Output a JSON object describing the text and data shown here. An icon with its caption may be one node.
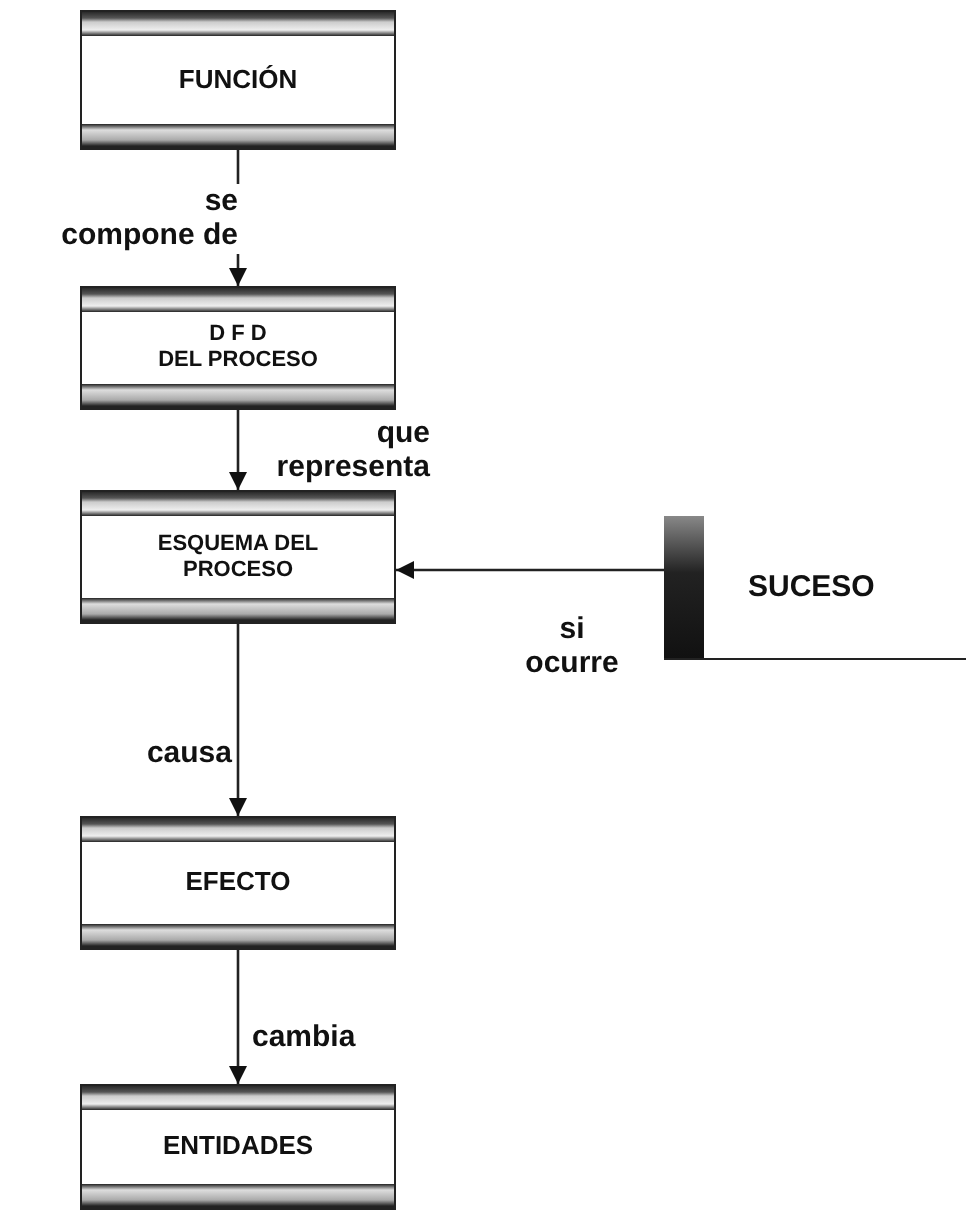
{
  "diagram": {
    "nodes": [
      {
        "text": [
          "FUNCIÓN"
        ]
      },
      {
        "text": [
          "D F D DEL PROCESO"
        ]
      },
      {
        "text": [
          "ESQUEMA DEL PROCESO"
        ]
      },
      {
        "text": [
          "SUCESO"
        ]
      },
      {
        "text": [
          "EFECTO"
        ]
      },
      {
        "text": [
          "ENTIDADES"
        ]
      }
    ],
    "edges": [
      {
        "from": 0,
        "to": 1,
        "arrow": "to",
        "label": "se compone de"
      },
      {
        "from": 1,
        "to": 2,
        "arrow": "to",
        "label": "que representa"
      },
      {
        "from": 3,
        "to": 2,
        "arrow": "to",
        "label": "si ocurre"
      },
      {
        "from": 2,
        "to": 4,
        "arrow": "to",
        "label": "causa"
      },
      {
        "from": 4,
        "to": 5,
        "arrow": "to",
        "label": "cambia"
      }
    ]
  }
}
